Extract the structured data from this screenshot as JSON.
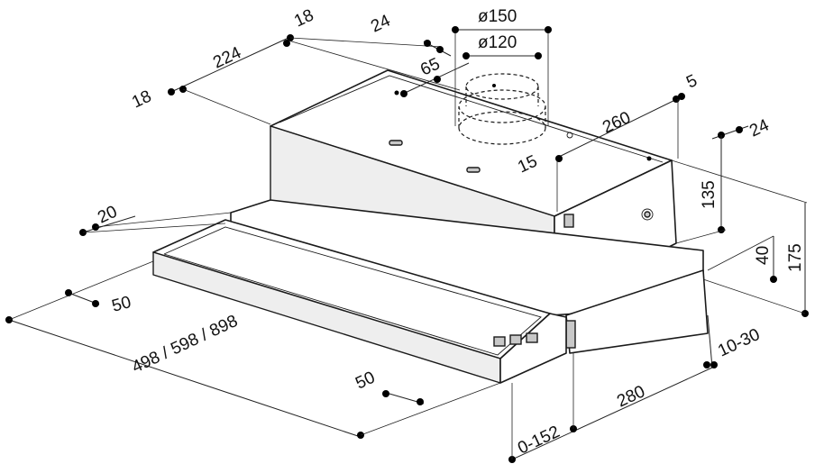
{
  "labels": {
    "dia150": "ø150",
    "dia120": "ø120",
    "d18a": "18",
    "d24a": "24",
    "d224": "224",
    "d18b": "18",
    "d65": "65",
    "d5": "5",
    "d260": "260",
    "d24b": "24",
    "d15": "15",
    "d135": "135",
    "d20": "20",
    "d40": "40",
    "d175": "175",
    "d50a": "50",
    "d10_30": "10-30",
    "d_width": "498 / 598 / 898",
    "d50b": "50",
    "d280": "280",
    "d0_152": "0-152"
  }
}
